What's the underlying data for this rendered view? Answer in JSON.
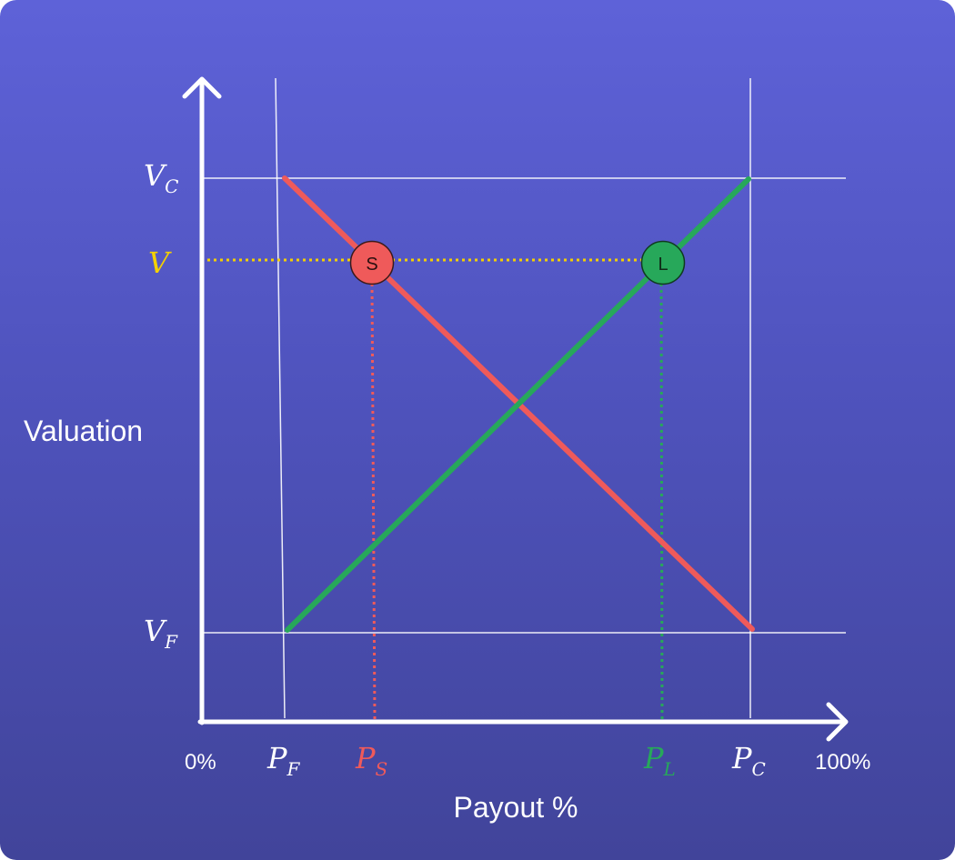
{
  "diagram": {
    "y_axis_label": "Valuation",
    "x_axis_label": "Payout %",
    "x_min_label": "0%",
    "x_max_label": "100%",
    "y_ticks": {
      "vc": {
        "main": "V",
        "sub": "C"
      },
      "v": {
        "main": "V",
        "sub": ""
      },
      "vf": {
        "main": "V",
        "sub": "F"
      }
    },
    "x_ticks": {
      "pf": {
        "main": "P",
        "sub": "F"
      },
      "ps": {
        "main": "P",
        "sub": "S"
      },
      "pl": {
        "main": "P",
        "sub": "L"
      },
      "pc": {
        "main": "P",
        "sub": "C"
      }
    },
    "markers": {
      "short": "S",
      "long": "L"
    },
    "colors": {
      "short": "#ef5a5a",
      "long": "#27a85a",
      "value": "#f4d000",
      "axis": "#ffffff",
      "grid": "#ffffff"
    }
  }
}
